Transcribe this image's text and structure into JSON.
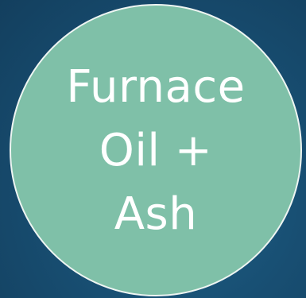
{
  "colors": {
    "background": "#184f73",
    "circle_fill": "#7fc0a8",
    "circle_border": "#eef5f2",
    "text": "#ffffff"
  },
  "circle": {
    "lines": [
      "Furnace",
      "Oil +",
      "Ash"
    ]
  }
}
